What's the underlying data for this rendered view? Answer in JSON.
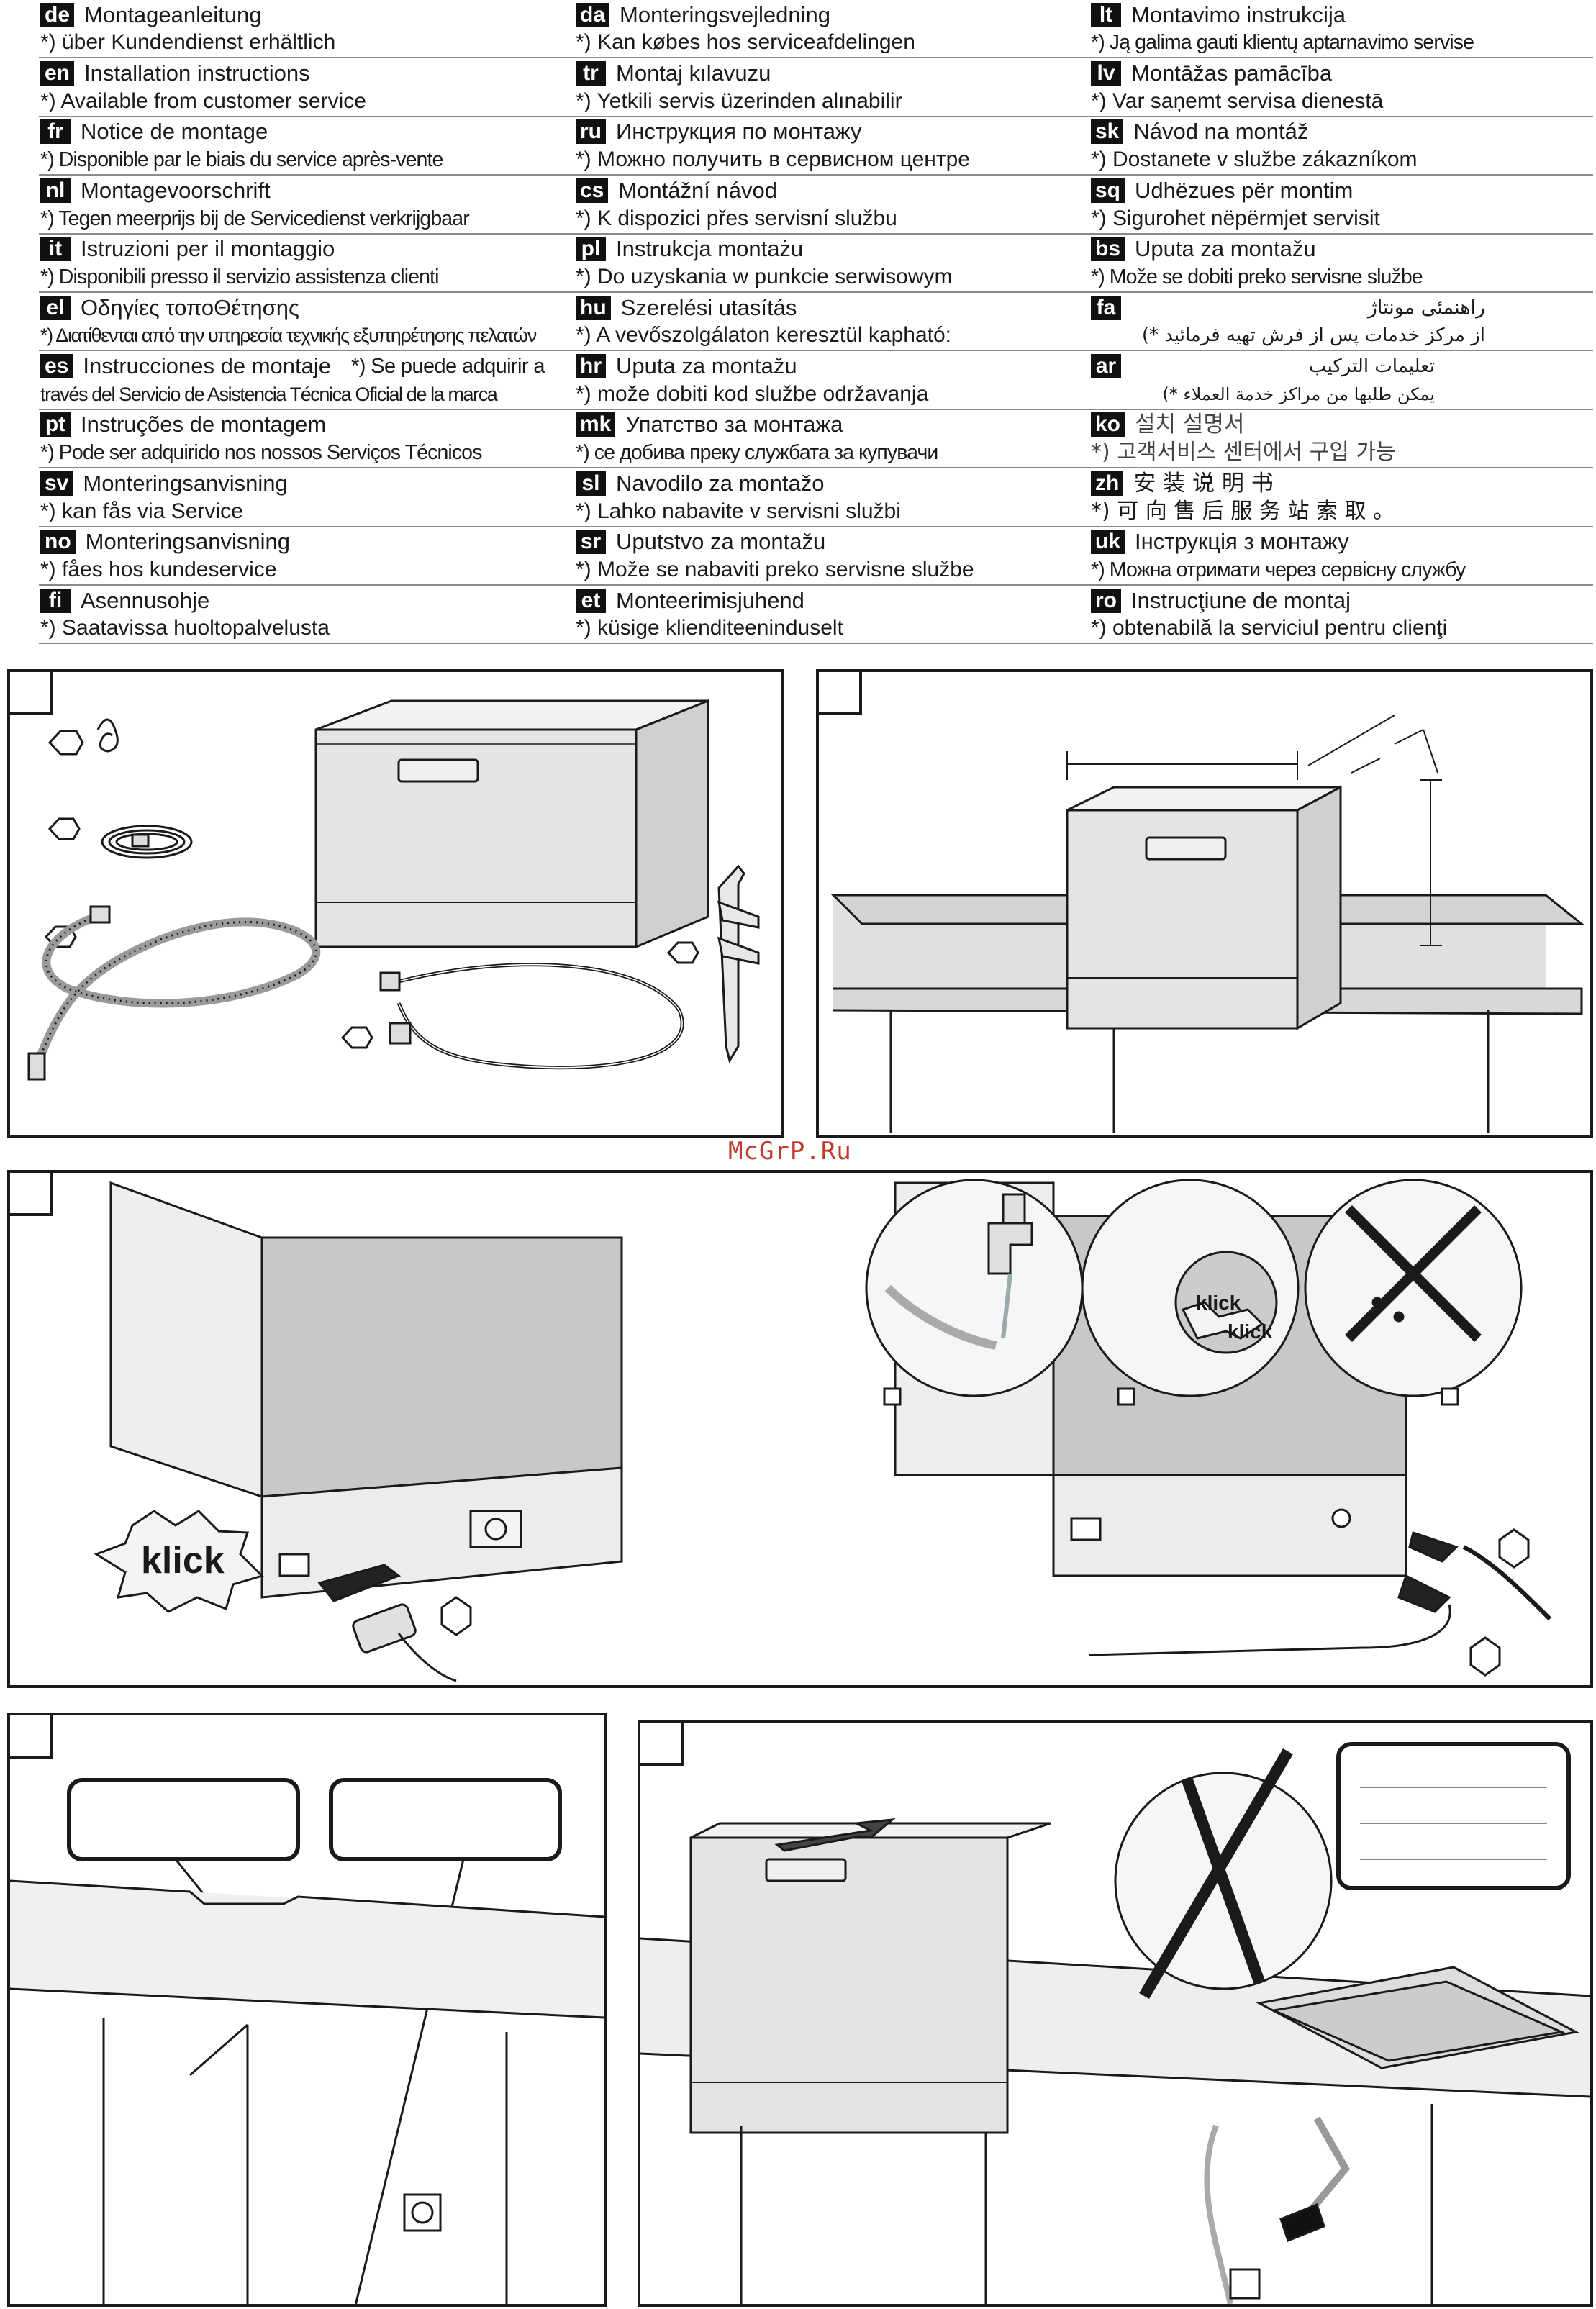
{
  "languages": {
    "col1": [
      {
        "code": "de",
        "title": "Montageanleitung",
        "note": "*) über Kundendienst erhältlich"
      },
      {
        "code": "en",
        "title": "Installation instructions",
        "note": "*) Available from customer service"
      },
      {
        "code": "fr",
        "title": "Notice de montage",
        "note": "*) Disponible par le biais du service après-vente"
      },
      {
        "code": "nl",
        "title": "Montagevoorschrift",
        "note": "*) Tegen meerprijs bij de Servicedienst verkrijgbaar"
      },
      {
        "code": "it",
        "title": "Istruzioni per il montaggio",
        "note": "*) Disponibili presso il servizio assistenza clienti"
      },
      {
        "code": "el",
        "title": "Οδηγίες τοποΘέτησης",
        "note": "*) Διατίθενται από την υπηρεσία τεχνικής εξυπηρέτησης πελατών"
      },
      {
        "code": "es",
        "title": "Instrucciones de montaje",
        "title_extra": "*) Se puede adquirir a",
        "note": "través del Servicio de Asistencia Técnica Oficial de la marca"
      },
      {
        "code": "pt",
        "title": "Instruções de montagem",
        "note": "*) Pode ser adquirido nos nossos Serviços Técnicos"
      },
      {
        "code": "sv",
        "title": "Monteringsanvisning",
        "note": "*) kan fås via Service"
      },
      {
        "code": "no",
        "title": "Monteringsanvisning",
        "note": "*) fåes hos kundeservice"
      },
      {
        "code": "fi",
        "title": "Asennusohje",
        "note": "*) Saatavissa huoltopalvelusta"
      }
    ],
    "col2": [
      {
        "code": "da",
        "title": "Monteringsvejledning",
        "note": "*) Kan købes hos serviceafdelingen"
      },
      {
        "code": "tr",
        "title": "Montaj kılavuzu",
        "note": "*) Yetkili servis üzerinden alınabilir"
      },
      {
        "code": "ru",
        "title": "Инструкция по монтажу",
        "note": "*) Можно получить в сервисном центре"
      },
      {
        "code": "cs",
        "title": "Montážní návod",
        "note": "*) K dispozici přes servisní službu"
      },
      {
        "code": "pl",
        "title": "Instrukcja montażu",
        "note": "*) Do uzyskania w punkcie serwisowym"
      },
      {
        "code": "hu",
        "title": "Szerelési utasítás",
        "note": "*) A vevőszolgálaton keresztül kapható:"
      },
      {
        "code": "hr",
        "title": "Uputa za montažu",
        "note": "*) može dobiti kod službe održavanja"
      },
      {
        "code": "mk",
        "title": "Упатство за монтажа",
        "note": "*) се добива преку службата за купувачи"
      },
      {
        "code": "sl",
        "title": "Navodilo za montažo",
        "note": "*) Lahko nabavite v servisni službi"
      },
      {
        "code": "sr",
        "title": "Uputstvo za montažu",
        "note": "*) Može se nabaviti preko servisne službe"
      },
      {
        "code": "et",
        "title": "Monteerimisjuhend",
        "note": "*) küsige klienditeeninduselt"
      }
    ],
    "col3": [
      {
        "code": "lt",
        "title": "Montavimo instrukcija",
        "note": "*) Ją galima gauti klientų aptarnavimo servise"
      },
      {
        "code": "lv",
        "title": "Montāžas pamācība",
        "note": "*) Var saņemt servisa dienestā"
      },
      {
        "code": "sk",
        "title": "Návod na montáž",
        "note": "*) Dostanete v službe zákazníkom"
      },
      {
        "code": "sq",
        "title": "Udhëzues për montim",
        "note": "*) Sigurohet nëpërmjet servisit"
      },
      {
        "code": "bs",
        "title": "Uputa za montažu",
        "note": "*) Može se dobiti preko servisne službe"
      },
      {
        "code": "fa",
        "title": "راهنمئی مونتاژ",
        "note": "از مرکز خدمات پس از فرش تهیه فرمائید *)",
        "rtl": true
      },
      {
        "code": "ar",
        "title": "تعليمات التركيب",
        "note": "يمكن طلبها من مراكز خدمة العملاء *)",
        "rtl": true
      },
      {
        "code": "ko",
        "title": "설치 설명서",
        "note": "*) 고객서비스 센터에서 구입 가능"
      },
      {
        "code": "zh",
        "title": "安 装 说 明 书",
        "note": "*) 可 向 售 后 服 务 站 索 取 。"
      },
      {
        "code": "uk",
        "title": "Інструкція з монтажу",
        "note": "*) Можна отримати через сервісну службу"
      },
      {
        "code": "ro",
        "title": "Instrucţiune de montaj",
        "note": "*) obtenabilă la serviciul pentru clienţi"
      }
    ]
  },
  "watermark": "McGrP.Ru",
  "figure3": {
    "klick_left": "klick",
    "klick_a": "klick",
    "klick_b": "klick"
  },
  "colors": {
    "ink": "#1a1a1a",
    "appliance_face": "#e6e6e6",
    "appliance_side": "#cfcfcf",
    "counter": "#dcdcdc",
    "watermark": "#c0392b"
  },
  "icons": [
    "hose-clamp-icon",
    "power-cable-icon",
    "drain-hose-icon",
    "inlet-hose-icon",
    "hose-holder-icon",
    "socket-icon",
    "water-tap-icon",
    "arrow-icon",
    "no-kink-cross-icon",
    "sink-icon"
  ]
}
